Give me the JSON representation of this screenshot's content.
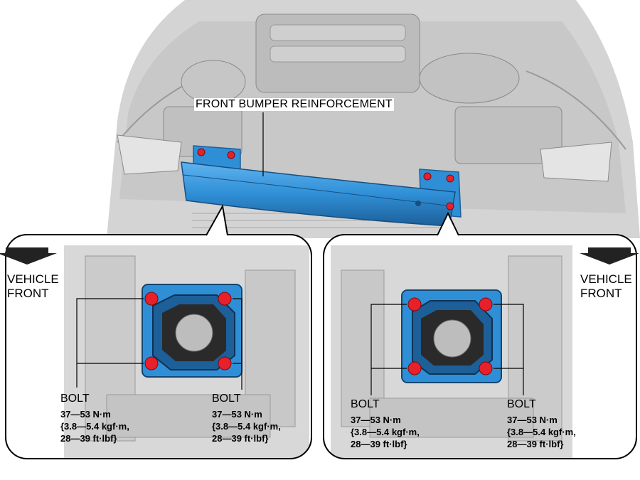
{
  "title": "FRONT BUMPER REINFORCEMENT",
  "colors": {
    "reinforcement": "#2f8fd6",
    "reinforcement_dark": "#1d5f99",
    "bolt": "#e8202a",
    "engine_bay": "#d9d9d9",
    "outline": "#000000"
  },
  "left_panel": {
    "direction": [
      "VEHICLE",
      "FRONT"
    ],
    "bolt_left": {
      "label": "BOLT",
      "torque": [
        "37—53 N·m",
        "{3.8—5.4 kgf·m,",
        "28—39 ft·lbf}"
      ]
    },
    "bolt_right": {
      "label": "BOLT",
      "torque": [
        "37—53 N·m",
        "{3.8—5.4 kgf·m,",
        "28—39 ft·lbf}"
      ]
    }
  },
  "right_panel": {
    "direction": [
      "VEHICLE",
      "FRONT"
    ],
    "bolt_left": {
      "label": "BOLT",
      "torque": [
        "37—53 N·m",
        "{3.8—5.4 kgf·m,",
        "28—39 ft·lbf}"
      ]
    },
    "bolt_right": {
      "label": "BOLT",
      "torque": [
        "37—53 N·m",
        "{3.8—5.4 kgf·m,",
        "28—39 ft·lbf}"
      ]
    }
  }
}
